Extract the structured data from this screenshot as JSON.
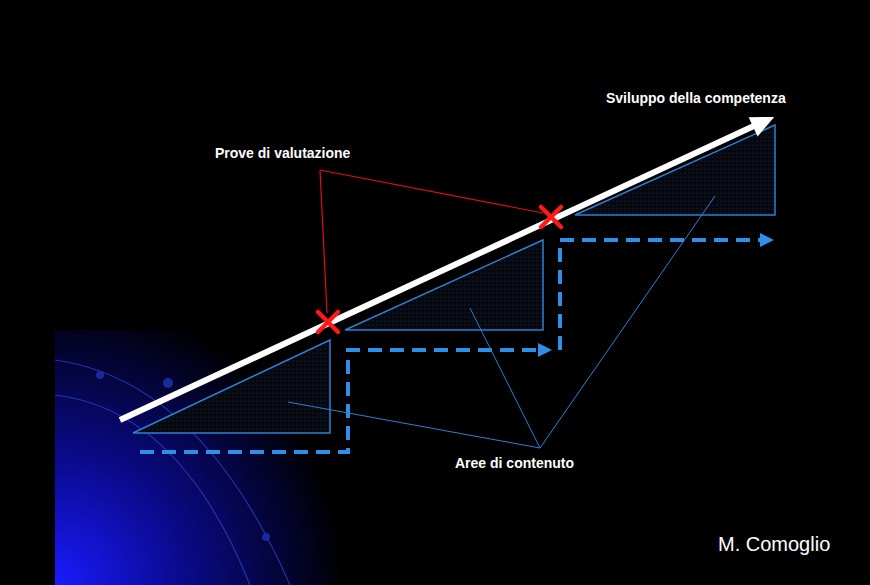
{
  "diagram": {
    "labels": [
      "Sviluppo della competenza",
      "Prove di valutazione",
      "Aree di contenuto",
      "M. Comoglio"
    ]
  }
}
